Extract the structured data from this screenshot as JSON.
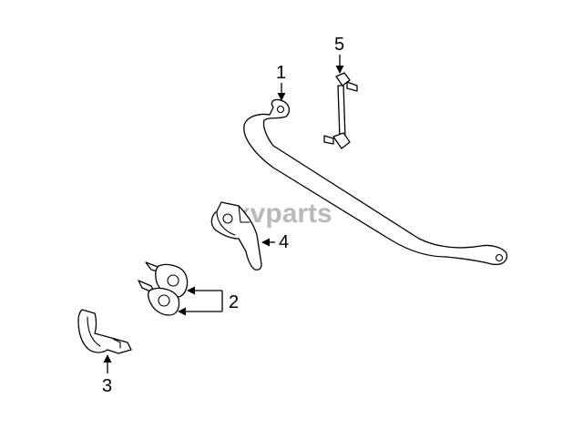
{
  "watermark": "xvparts",
  "callouts": {
    "stabilizer_bar": "1",
    "bushings": "2",
    "bracket_3": "3",
    "bracket_4": "4",
    "link": "5"
  }
}
